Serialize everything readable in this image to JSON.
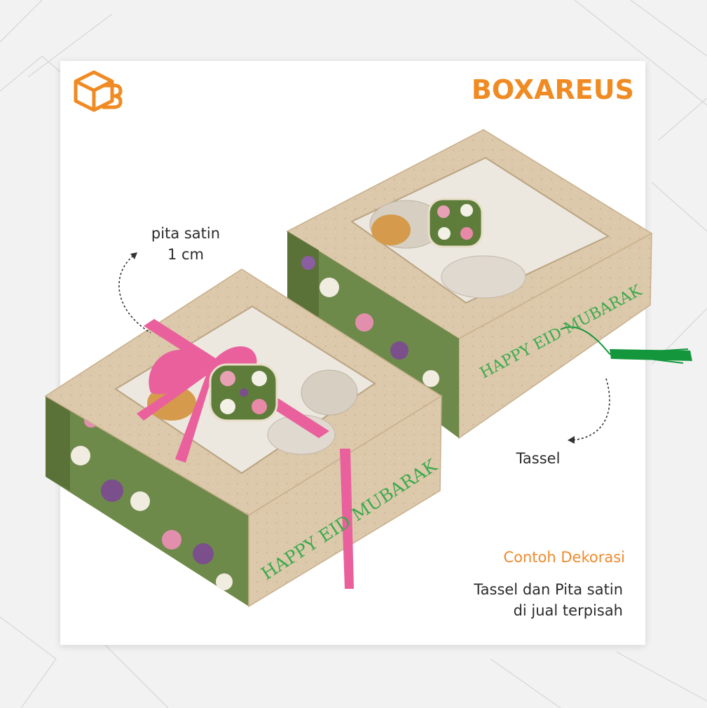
{
  "brand": {
    "name": "BOXAREUS",
    "color": "#f08a22",
    "logo_icon": "box-logo-icon"
  },
  "product": {
    "box_front_print": "HAPPY EID MUBARAK",
    "box_back_print": "HAPPY EID MUBARAK",
    "kraft_color": "#dcc8aa",
    "band_color": "#6e8a4a",
    "ribbon_color": "#e9609c",
    "tassel_color": "#14963c"
  },
  "annotations": {
    "ribbon_label_line1": "pita satin",
    "ribbon_label_line2": "1 cm",
    "tassel_label": "Tassel"
  },
  "caption": {
    "title": "Contoh Dekorasi",
    "line1": "Tassel dan Pita satin",
    "line2": "di jual terpisah"
  }
}
